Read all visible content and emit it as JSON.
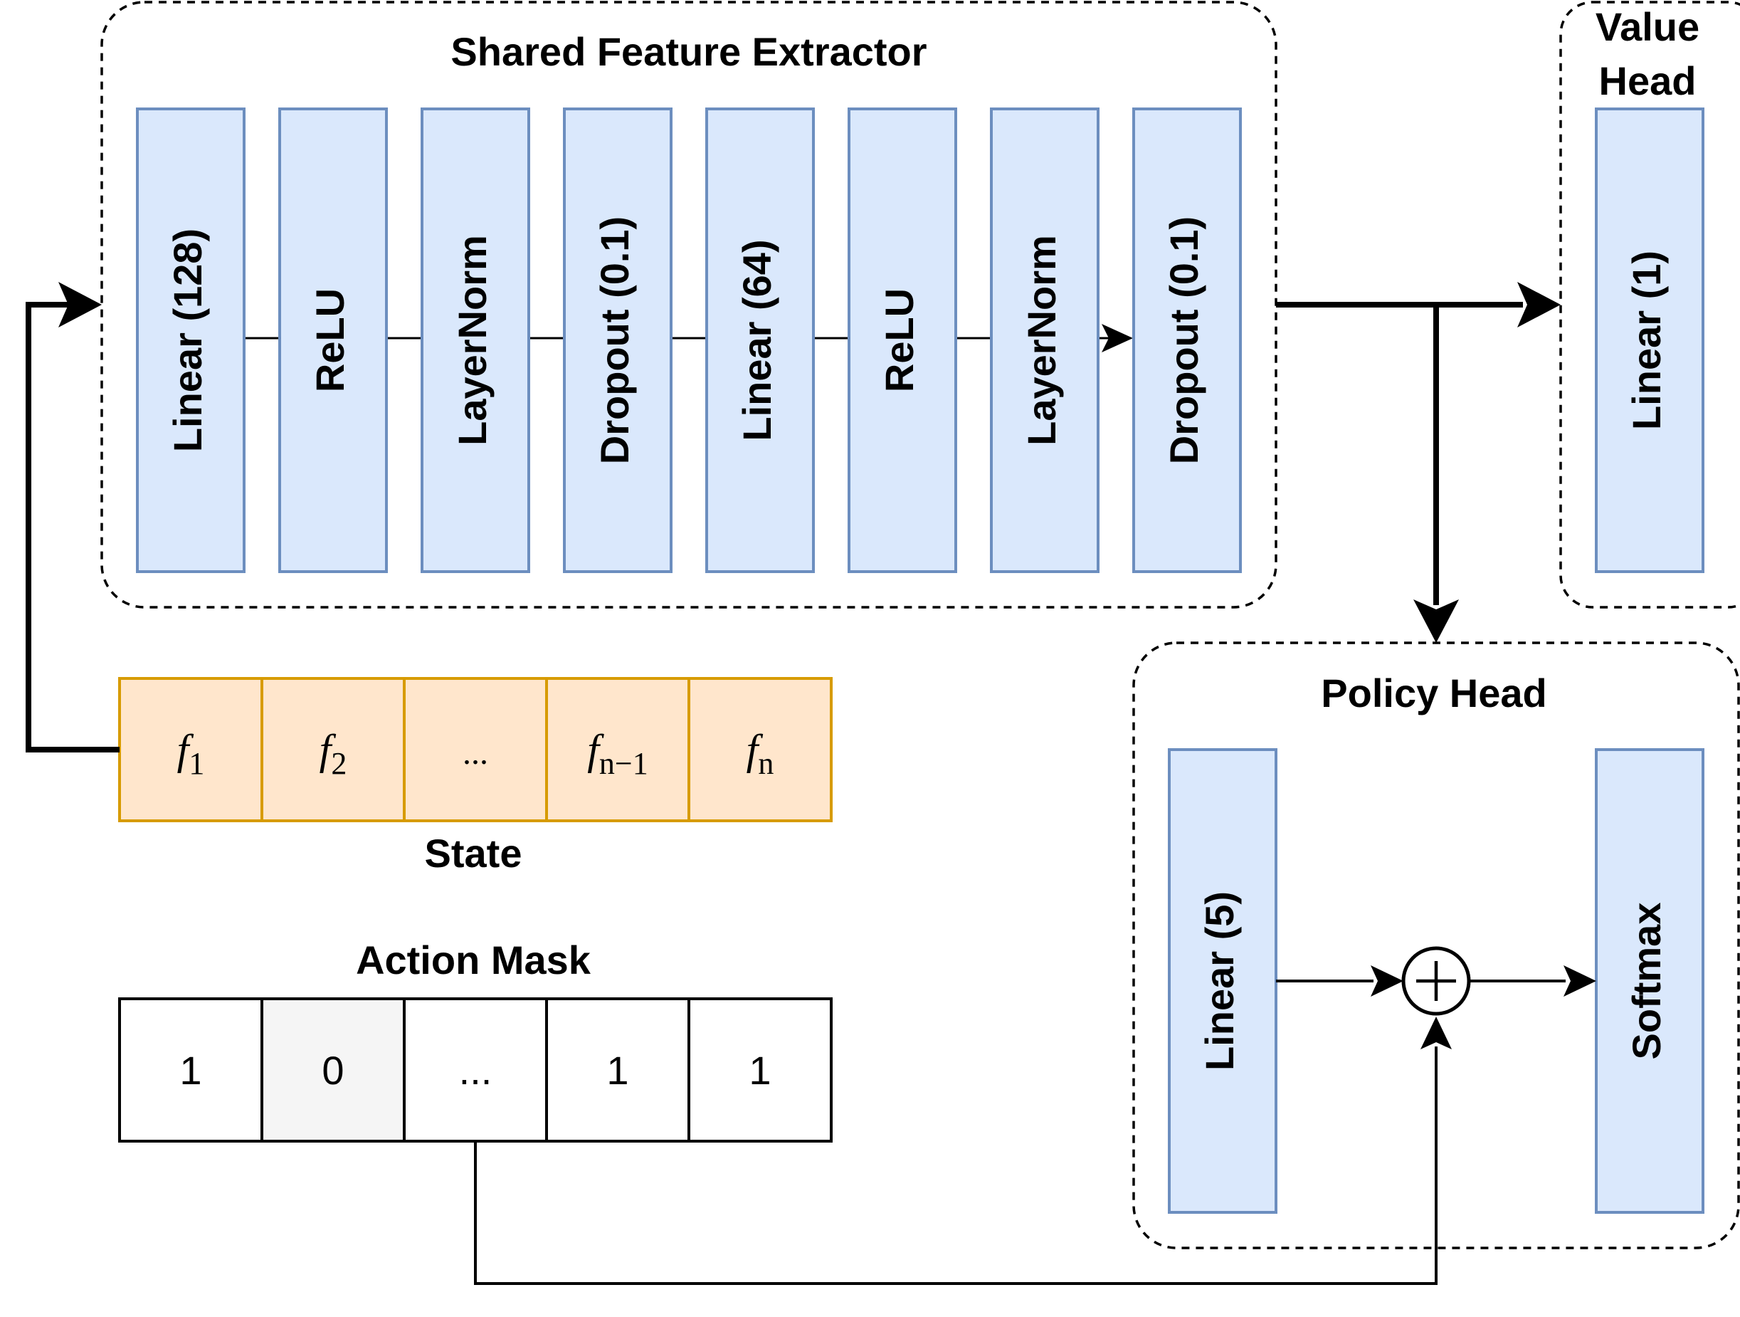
{
  "shared_feature_extractor": {
    "title": "Shared Feature Extractor",
    "layers": [
      "Linear (128)",
      "ReLU",
      "LayerNorm",
      "Dropout (0.1)",
      "Linear (64)",
      "ReLU",
      "LayerNorm",
      "Dropout (0.1)"
    ]
  },
  "value_head": {
    "title_line1": "Value",
    "title_line2": "Head",
    "layer": "Linear (1)"
  },
  "policy_head": {
    "title": "Policy Head",
    "linear": "Linear (5)",
    "softmax": "Softmax",
    "plus_symbol": "+"
  },
  "state": {
    "label": "State",
    "cells": [
      {
        "base": "f",
        "sub": "1"
      },
      {
        "base": "f",
        "sub": "2"
      },
      {
        "base": "...",
        "sub": ""
      },
      {
        "base": "f",
        "sub": "n−1"
      },
      {
        "base": "f",
        "sub": "n"
      }
    ]
  },
  "action_mask": {
    "label": "Action Mask",
    "cells": [
      "1",
      "0",
      "...",
      "1",
      "1"
    ]
  },
  "colors": {
    "layer_fill": "#dae8fc",
    "layer_stroke": "#6c8ebf",
    "state_fill": "#ffe6cc",
    "state_stroke": "#d79b00",
    "mask_masked_fill": "#f5f5f5",
    "mask_fill": "#ffffff",
    "line": "#000000"
  }
}
